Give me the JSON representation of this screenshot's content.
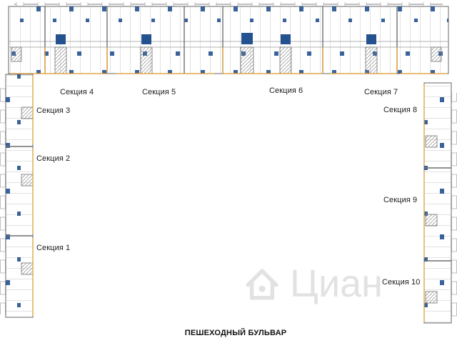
{
  "plan": {
    "sections": [
      {
        "label": "Секция 1"
      },
      {
        "label": "Секция 2"
      },
      {
        "label": "Секция 3"
      },
      {
        "label": "Секция 4"
      },
      {
        "label": "Секция 5"
      },
      {
        "label": "Секция 6"
      },
      {
        "label": "Секция 7"
      },
      {
        "label": "Секция 8"
      },
      {
        "label": "Секция 9"
      },
      {
        "label": "Секция 10"
      }
    ],
    "boulevard_label": "ПЕШЕХОДНЫЙ БУЛЬВАР"
  },
  "watermark": {
    "text": "Циан",
    "icon": "house-icon"
  },
  "colors": {
    "walls": "#808080",
    "partitions": "#b5b5b5",
    "section_outline_orange": "#f0a532",
    "fixtures_blue": "#24518f",
    "watermark_gray": "#e2e2e2",
    "label_text": "#1c1c1c"
  }
}
